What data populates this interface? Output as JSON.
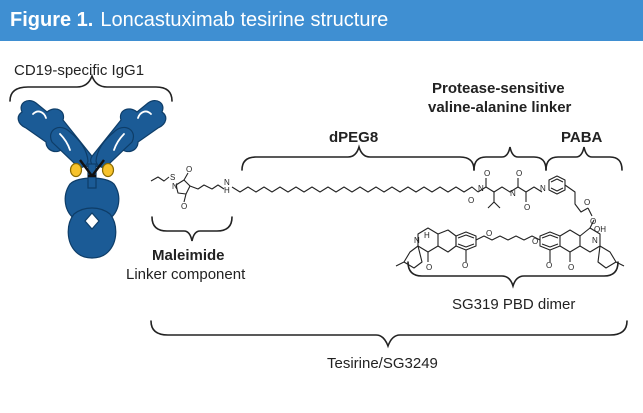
{
  "header": {
    "figure_label": "Figure 1.",
    "title": "Loncastuximab tesirine structure"
  },
  "labels": {
    "antibody": "CD19-specific IgG1",
    "protease_line1": "Protease-sensitive",
    "protease_line2": "valine-alanine linker",
    "dpeg8": "dPEG8",
    "paba": "PABA",
    "maleimide": "Maleimide",
    "linker_component": "Linker component",
    "sg319": "SG319 PBD dimer",
    "tesirine": "Tesirine/SG3249",
    "atom_o": "O",
    "atom_n": "N",
    "atom_h": "H",
    "atom_s": "S",
    "atom_oh": "OH"
  },
  "colors": {
    "header_bg": "#3f8fd2",
    "antibody_fill": "#1b5b96",
    "antibody_highlight": "#f7c32c"
  }
}
